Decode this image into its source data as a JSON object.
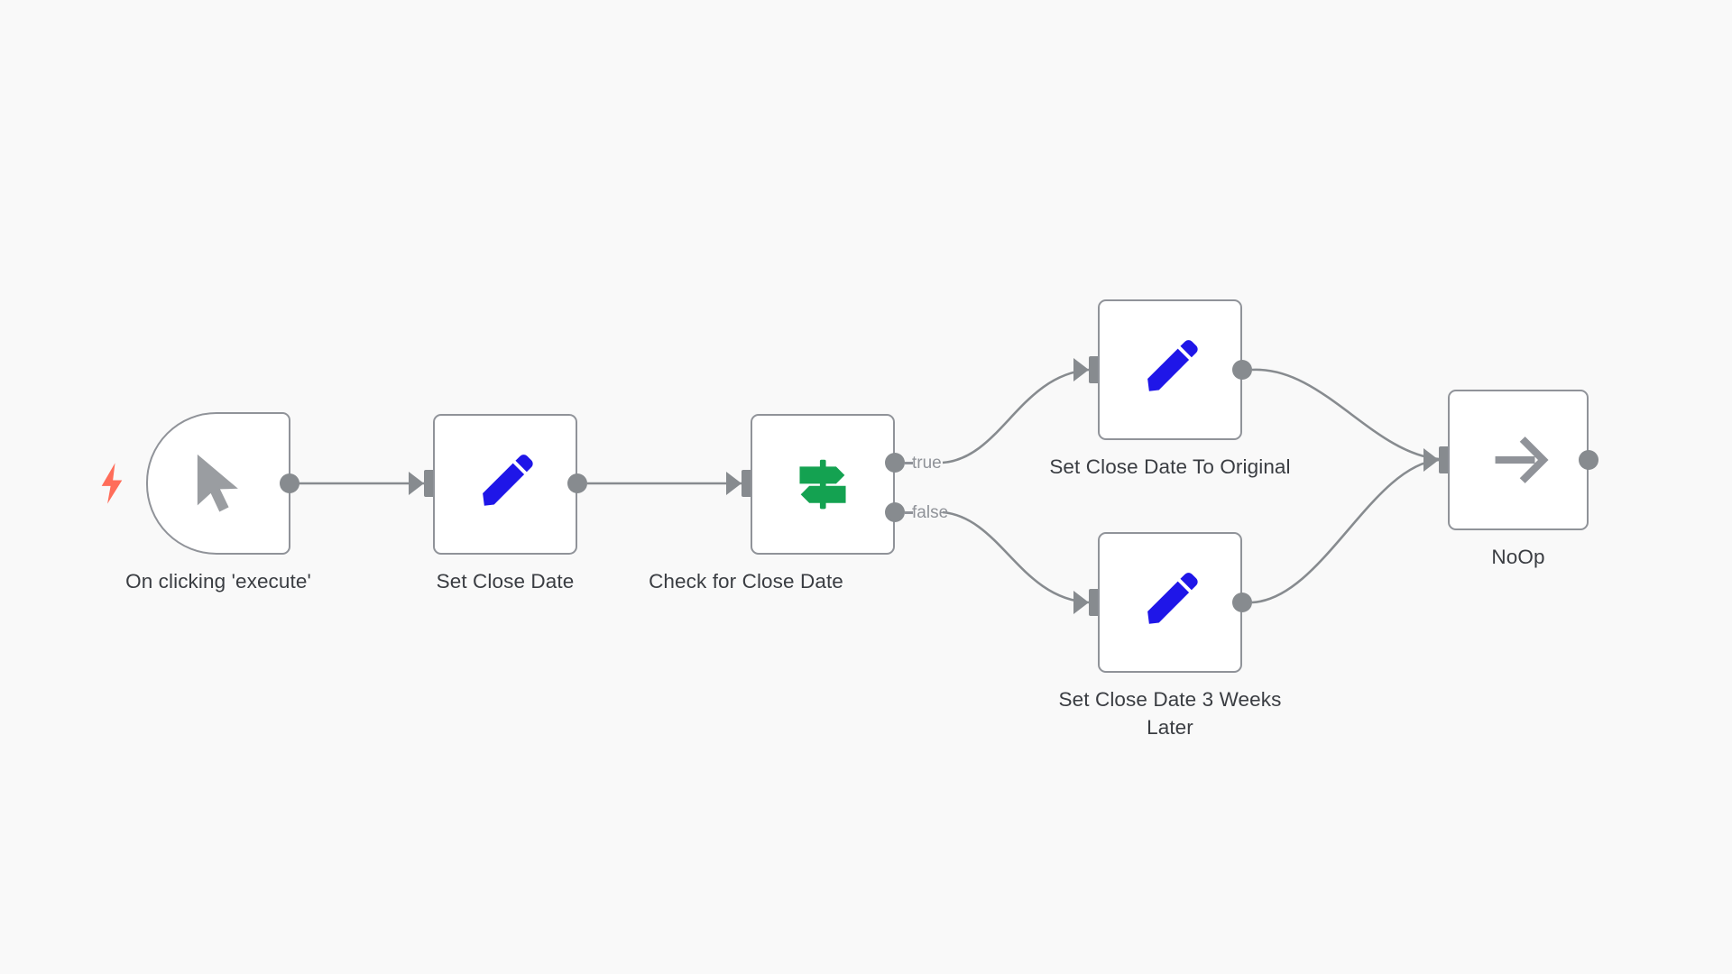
{
  "canvas": {
    "background_color": "#f9f9f9",
    "node_fill_color": "#ffffff",
    "node_border_color": "#909399",
    "connector_color": "#878b8f",
    "label_color": "#3a3d42",
    "port_label_color": "#909399",
    "accent_trigger_color": "#ff6d5a",
    "icon_blue": "#1f16e8",
    "icon_green": "#14a251",
    "icon_gray": "#909399"
  },
  "nodes": [
    {
      "id": "trigger",
      "label": "On clicking 'execute'",
      "icon": "cursor-pointer-icon",
      "type": "manual-trigger",
      "badge": "lightning-bolt-icon"
    },
    {
      "id": "set-close-date",
      "label": "Set Close Date",
      "icon": "pencil-icon",
      "type": "set"
    },
    {
      "id": "check-for-close-date",
      "label": "Check for Close Date",
      "icon": "signpost-icon",
      "type": "if",
      "outputs": [
        "true",
        "false"
      ]
    },
    {
      "id": "set-close-date-to-original",
      "label": "Set Close Date To Original",
      "icon": "pencil-icon",
      "type": "set"
    },
    {
      "id": "set-close-date-3-weeks-later",
      "label": "Set Close Date 3 Weeks Later",
      "icon": "pencil-icon",
      "type": "set"
    },
    {
      "id": "noop",
      "label": "NoOp",
      "icon": "arrow-right-icon",
      "type": "no-op"
    }
  ],
  "port_labels": {
    "true": "true",
    "false": "false"
  }
}
